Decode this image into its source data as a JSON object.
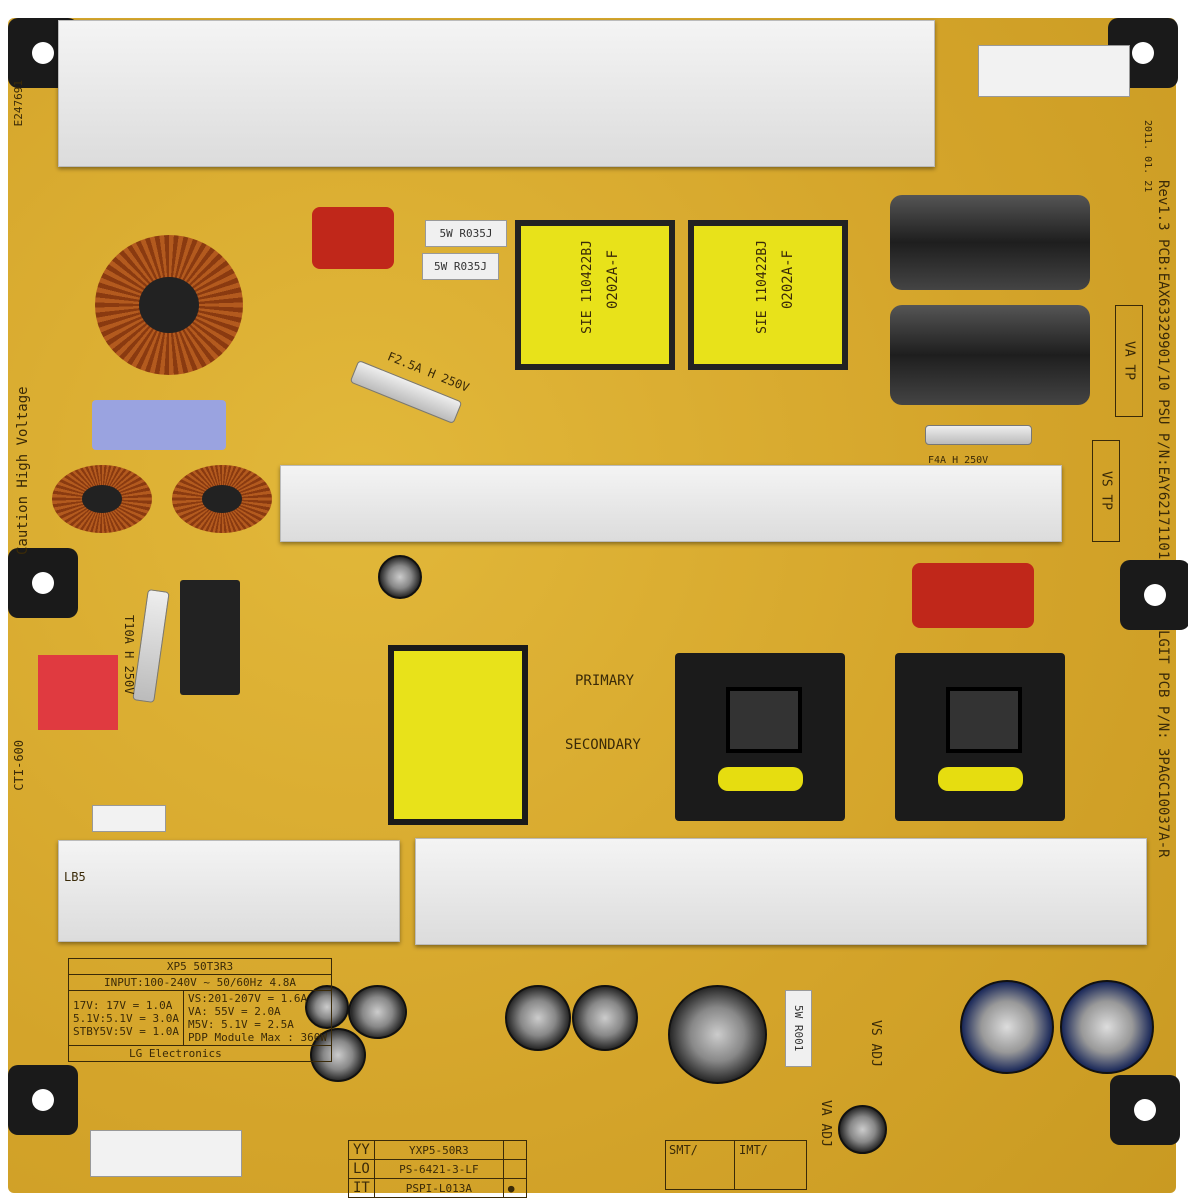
{
  "colors": {
    "pcb": "#d9ab2c",
    "heatsink": "#e8e8e8",
    "transformer_core": "#e8e21a",
    "silkscreen": "#3a2a08"
  },
  "labels": {
    "resistor_1": "5W R035J",
    "resistor_2": "5W R035J",
    "fuse_main": "F2.5A H 250V",
    "fuse_input": "T10A H 250V",
    "xfmr_code": "0202A-F",
    "xfmr_lot": "SIE 110422BJ",
    "primary": "PRIMARY",
    "secondary": "SECONDARY",
    "caution": "Caution High Voltage",
    "va_tp": "VA TP",
    "vs_tp": "VS TP",
    "vs_adj": "VS ADJ",
    "va_adj": "VA ADJ",
    "lgit_pn": "LGIT PCB P/N: 3PAGC10037A-R",
    "rev": "Rev1.3 PCB:EAX63329901/10 PSU P/N:EAY62171101",
    "date": "2011. 01. 21",
    "cti": "CTI-600",
    "shunt": "5W R001",
    "fuse_rating": "F4A H 250V",
    "heatsink_sticker": "LB5",
    "ul_cert": "E247691"
  },
  "spec_table": {
    "model": "XP5 50T3R3",
    "input": "INPUT:100-240V ~ 50/60Hz 4.8A",
    "left": [
      "17V:  17V = 1.0A",
      "5.1V:5.1V = 3.0A",
      "STBY5V:5V = 1.0A"
    ],
    "right": [
      "VS:201-207V = 1.6A",
      "VA:  55V = 2.0A",
      "M5V: 5.1V = 2.5A",
      "PDP Module Max : 360W"
    ],
    "maker": "LG Electronics"
  },
  "id_table": [
    {
      "code": "YY",
      "value": "YXP5-50R3"
    },
    {
      "code": "LO",
      "value": "PS-6421-3-LF"
    },
    {
      "code": "IT",
      "value": "PSPI-L013A"
    }
  ],
  "stamp_table": {
    "smt": "SMT/",
    "imt": "IMT/"
  }
}
